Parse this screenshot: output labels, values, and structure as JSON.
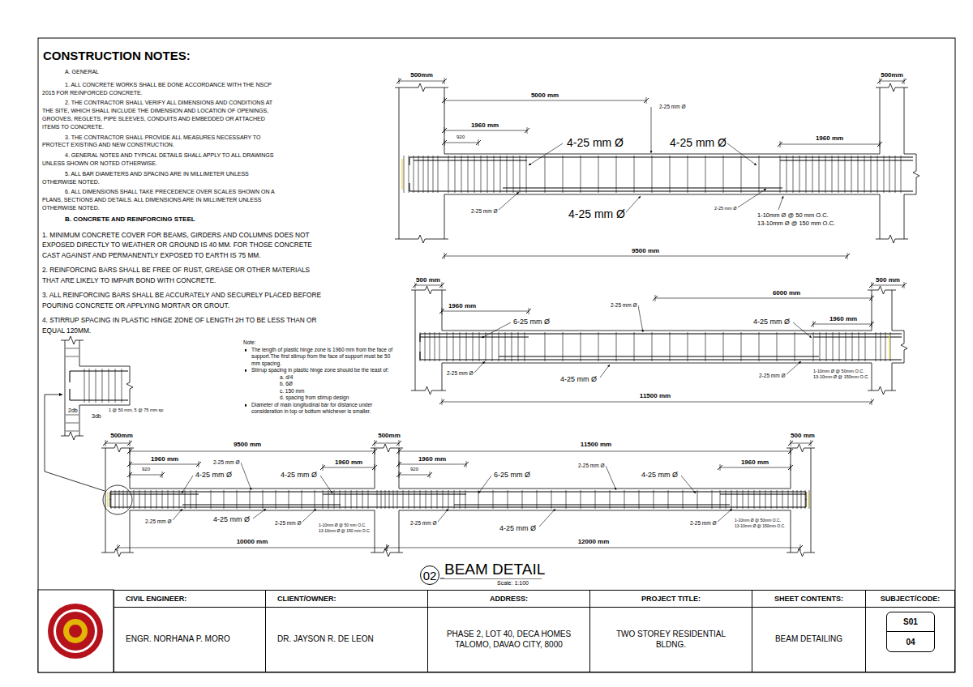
{
  "diagram": {
    "title": "BEAM DETAIL",
    "caption": "Scale: 1:100",
    "nodes": [
      {
        "text": [
          "02"
        ]
      },
      {
        "text": [
          "CIVIL ENGINEER:",
          "ENGR. NORHANA P. MORO"
        ]
      },
      {
        "text": [
          "CLIENT/OWNER:",
          "DR. JAYSON R. DE LEON"
        ]
      },
      {
        "text": [
          "ADDRESS:",
          "PHASE 2, LOT 40, DECA HOMES TALOMO, DAVAO CITY, 8000"
        ]
      },
      {
        "text": [
          "PROJECT TITLE:",
          "TWO STOREY RESIDENTIAL BLDNG."
        ]
      },
      {
        "text": [
          "SHEET CONTENTS:",
          "BEAM DETAILING"
        ]
      },
      {
        "text": [
          "SUBJECT/CODE:"
        ]
      },
      {
        "text": [
          "S01",
          "04"
        ],
        "in": 6
      }
    ],
    "labels": [
      "CONSTRUCTION NOTES:",
      "A. GENERAL",
      "1. ALL CONCRETE WORKS SHALL BE DONE ACCORDANCE WITH THE NSCP 2015 FOR REINFORCED CONCRETE.",
      "2. THE CONTRACTOR SHALL VERIFY ALL DIMENSIONS AND CONDITIONS AT THE SITE, WHICH SHALL INCLUDE THE DIMENSION AND LOCATION OF OPENINGS, GROOVES, REGLETS, PIPE SLEEVES, CONDUITS AND EMBEDDED OR ATTACHED ITEMS TO CONCRETE.",
      "3. THE CONTRACTOR SHALL PROVIDE ALL MEASURES NECESSARY TO PROTECT EXISTING AND NEW CONSTRUCTION.",
      "4. GENERAL NOTES AND TYPICAL DETAILS SHALL APPLY TO ALL DRAWINGS UNLESS SHOWN OR NOTED OTHERWISE.",
      "5. ALL BAR DIAMETERS AND SPACING ARE IN MILLIMETER UNLESS OTHERWISE NOTED.",
      "6. ALL DIMENSIONS SHALL TAKE PRECEDENCE OVER SCALES SHOWN ON A PLANS, SECTIONS AND DETAILS. ALL DIMENSIONS ARE IN MILLIMETER UNLESS OTHERWISE NOTED.",
      "B. CONCRETE AND REINFORCING STEEL",
      "1. MINIMUM CONCRETE COVER FOR BEAMS, GIRDERS AND COLUMNS DOES NOT EXPOSED DIRECTLY TO WEATHER OR GROUND IS 40 MM. FOR THOSE CONCRETE CAST AGAINST AND PERMANENTLY EXPOSED TO EARTH IS 75 MM.",
      "2. REINFORCING BARS SHALL BE FREE OF RUST, GREASE OR OTHER MATERIALS THAT ARE LIKELY TO IMPAIR BOND WITH CONCRETE.",
      "3. ALL REINFORCING BARS SHALL BE ACCURATELY AND SECURELY PLACED BEFORE POURING CONCRETE OR APPLYING MORTAR OR GROUT.",
      "4. STIRRUP SPACING IN PLASTIC HINGE ZONE OF LENGTH 2H TO BE LESS THAN OR EQUAL 120MM.",
      "Note:",
      "The length of plastic hinge zone is 1960 mm from the face of support.The first stirrup from the face of support must be 50 mm spacing.",
      "Stirrup spacing in plastic hinge zone should be the least of:",
      "a. d/4",
      "b. 6Ø",
      "c. 150 mm",
      "d. spacing from stirrup design",
      "Diameter of main longitudinal bar for distance under consideration in top or bottom whichever is smaller.",
      "2db",
      "3db",
      "1 @ 50 mm, 5 @ 75 mm sp",
      "500mm",
      "500mm",
      "5000 mm",
      "2-25 mm Ø",
      "1960 mm",
      "920",
      "4-25 mm Ø",
      "4-25 mm Ø",
      "1960 mm",
      "2-25 mm Ø",
      "4-25 mm Ø",
      "2-25 mm Ø",
      "1-10mm Ø @ 50 mm O.C.",
      "13-10mm Ø @ 150 mm O.C.",
      "9500 mm",
      "500 mm",
      "500 mm",
      "6000 mm",
      "1960 mm",
      "2-25 mm Ø",
      "6-25 mm Ø",
      "4-25 mm Ø",
      "1960 mm",
      "2-25 mm Ø",
      "4-25 mm Ø",
      "2-25 mm Ø",
      "1-10mm Ø @ 50mm O.C.",
      "13-10mm Ø @ 150mm O.C.",
      "11500 mm",
      "500mm",
      "9500 mm",
      "500mm",
      "11500 mm",
      "500 mm",
      "1960 mm",
      "920",
      "2-25 mm Ø",
      "4-25 mm Ø",
      "4-25 mm Ø",
      "1960 mm",
      "1960 mm",
      "920",
      "6-25 mm Ø",
      "2-25 mm Ø",
      "4-25 mm Ø",
      "1960 mm",
      "2-25 mm Ø",
      "4-25 mm Ø",
      "2-25 mm Ø",
      "1-10mm Ø @ 50 mm O.C.",
      "13-10mm Ø @ 150 mm O.C.",
      "2-25 mm Ø",
      "4-25 mm Ø",
      "2-25 mm Ø",
      "1-10mm Ø @ 50mm O.C.",
      "13-10mm Ø @ 150mm O.C.",
      "10000 mm",
      "12000 mm"
    ]
  }
}
